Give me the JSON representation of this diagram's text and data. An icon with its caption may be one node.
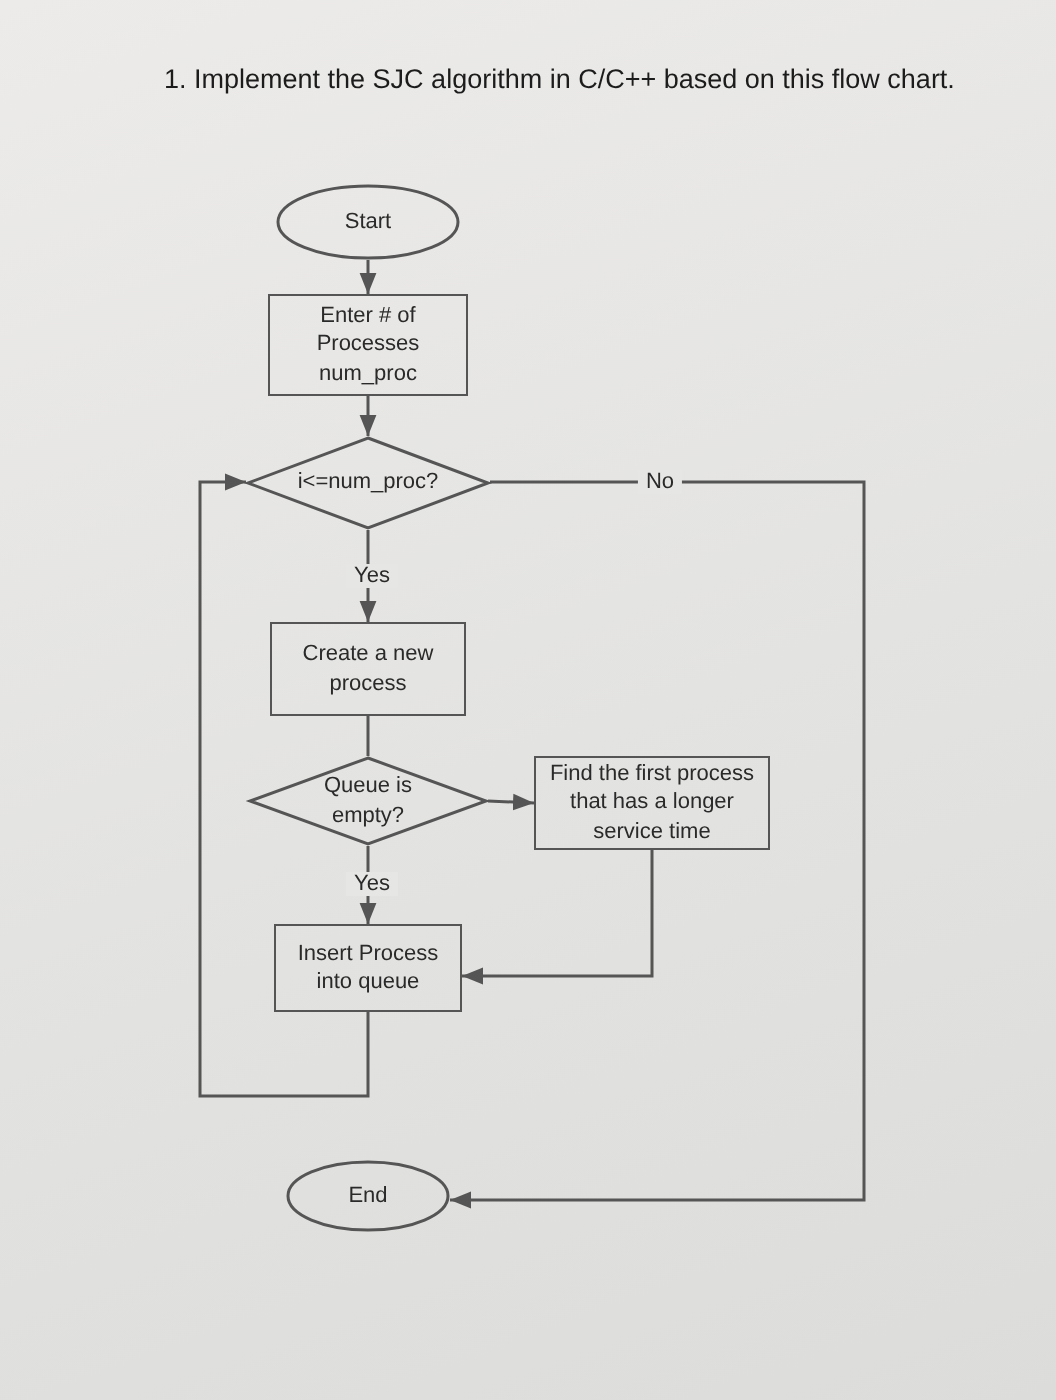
{
  "diagram": {
    "title": "1. Implement the SJC algorithm in C/C++ based on this flow chart.",
    "nodes": [
      {
        "text": [
          "Start"
        ]
      },
      {
        "text": [
          "Enter # of Processes num_proc"
        ]
      },
      {
        "text": [
          "i<=num_proc?"
        ]
      },
      {
        "text": [
          "Create a new process"
        ]
      },
      {
        "text": [
          "Queue is empty?"
        ]
      },
      {
        "text": [
          "Find the first process that has a longer service time"
        ]
      },
      {
        "text": [
          "Insert Process into queue"
        ]
      },
      {
        "text": [
          "End"
        ]
      }
    ],
    "edges": [
      {
        "from": 0,
        "to": 1,
        "arrow": "to"
      },
      {
        "from": 1,
        "to": 2,
        "arrow": "to"
      },
      {
        "from": 2,
        "to": 3,
        "arrow": "to",
        "label": "Yes"
      },
      {
        "from": 3,
        "to": 4,
        "arrow": "none"
      },
      {
        "from": 4,
        "to": 5,
        "arrow": "to"
      },
      {
        "from": 4,
        "to": 6,
        "arrow": "to",
        "label": "Yes"
      },
      {
        "from": 5,
        "to": 6,
        "arrow": "to"
      },
      {
        "from": 6,
        "to": 2,
        "arrow": "to"
      },
      {
        "from": 2,
        "to": 7,
        "arrow": "to",
        "label": "No"
      }
    ]
  }
}
